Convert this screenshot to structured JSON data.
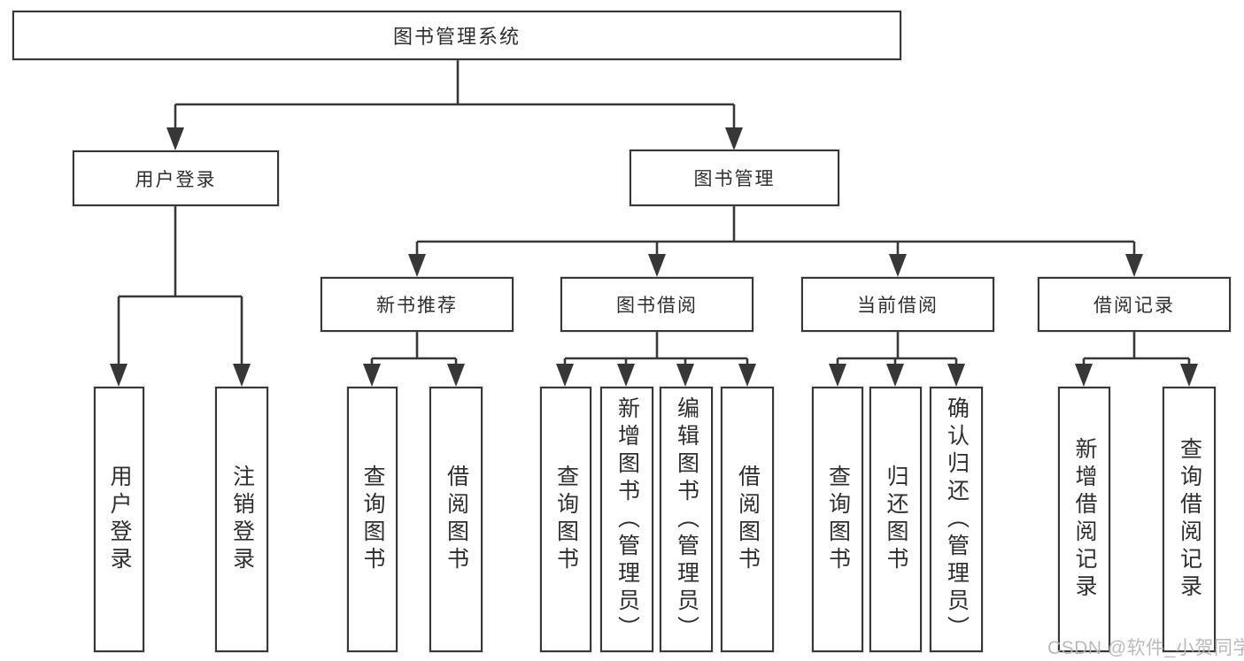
{
  "diagram": {
    "title": "图书管理系统",
    "groups": {
      "login": {
        "label": "用户登录",
        "children": [
          "用户登录",
          "注销登录"
        ]
      },
      "management": {
        "label": "图书管理",
        "sections": {
          "new_books": {
            "label": "新书推荐",
            "children": [
              "查询图书",
              "借阅图书"
            ]
          },
          "borrowing": {
            "label": "图书借阅",
            "children": [
              "查询图书",
              "新增图书（管理员）",
              "编辑图书（管理员）",
              "借阅图书"
            ]
          },
          "current": {
            "label": "当前借阅",
            "children": [
              "查询图书",
              "归还图书",
              "确认归还（管理员）"
            ]
          },
          "records": {
            "label": "借阅记录",
            "children": [
              "新增借阅记录",
              "查询借阅记录"
            ]
          }
        }
      }
    }
  },
  "watermark": {
    "text": "CSDN @软件_小贺同学"
  },
  "colors": {
    "line": "#373737",
    "border": "#373737",
    "text": "#2e2e2e",
    "watermark": "#b5b5b5",
    "background": "#ffffff"
  }
}
